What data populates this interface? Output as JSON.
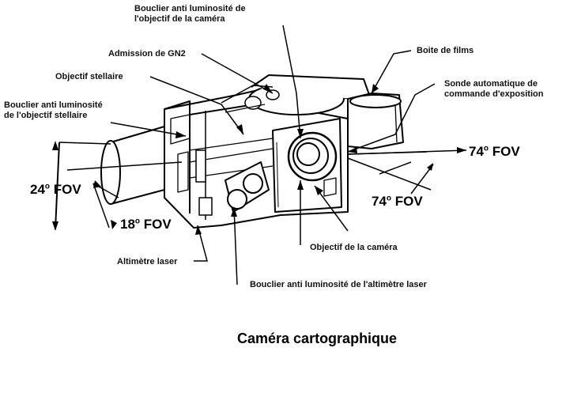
{
  "title": "Caméra cartographique",
  "labels": {
    "camera_shield_line1": "Bouclier anti luminosité de",
    "camera_shield_line2": "l'objectif de la caméra",
    "gn2_intake": "Admission de GN2",
    "film_box": "Boite de films",
    "stellar_lens": "Objectif stellaire",
    "exposure_probe_line1": "Sonde automatique de",
    "exposure_probe_line2": "commande d'exposition",
    "stellar_shield_line1": "Bouclier anti luminosité",
    "stellar_shield_line2": "de l'objectif stellaire",
    "camera_lens": "Objectif de la caméra",
    "laser_altimeter": "Altimètre laser",
    "altimeter_shield": "Bouclier anti luminosité de l'altimètre laser"
  },
  "fov": {
    "fov_24": "24",
    "fov_18": "18",
    "fov_74_upper": "74",
    "fov_74_lower": "74",
    "degree_symbol": "o",
    "unit": "FOV"
  }
}
